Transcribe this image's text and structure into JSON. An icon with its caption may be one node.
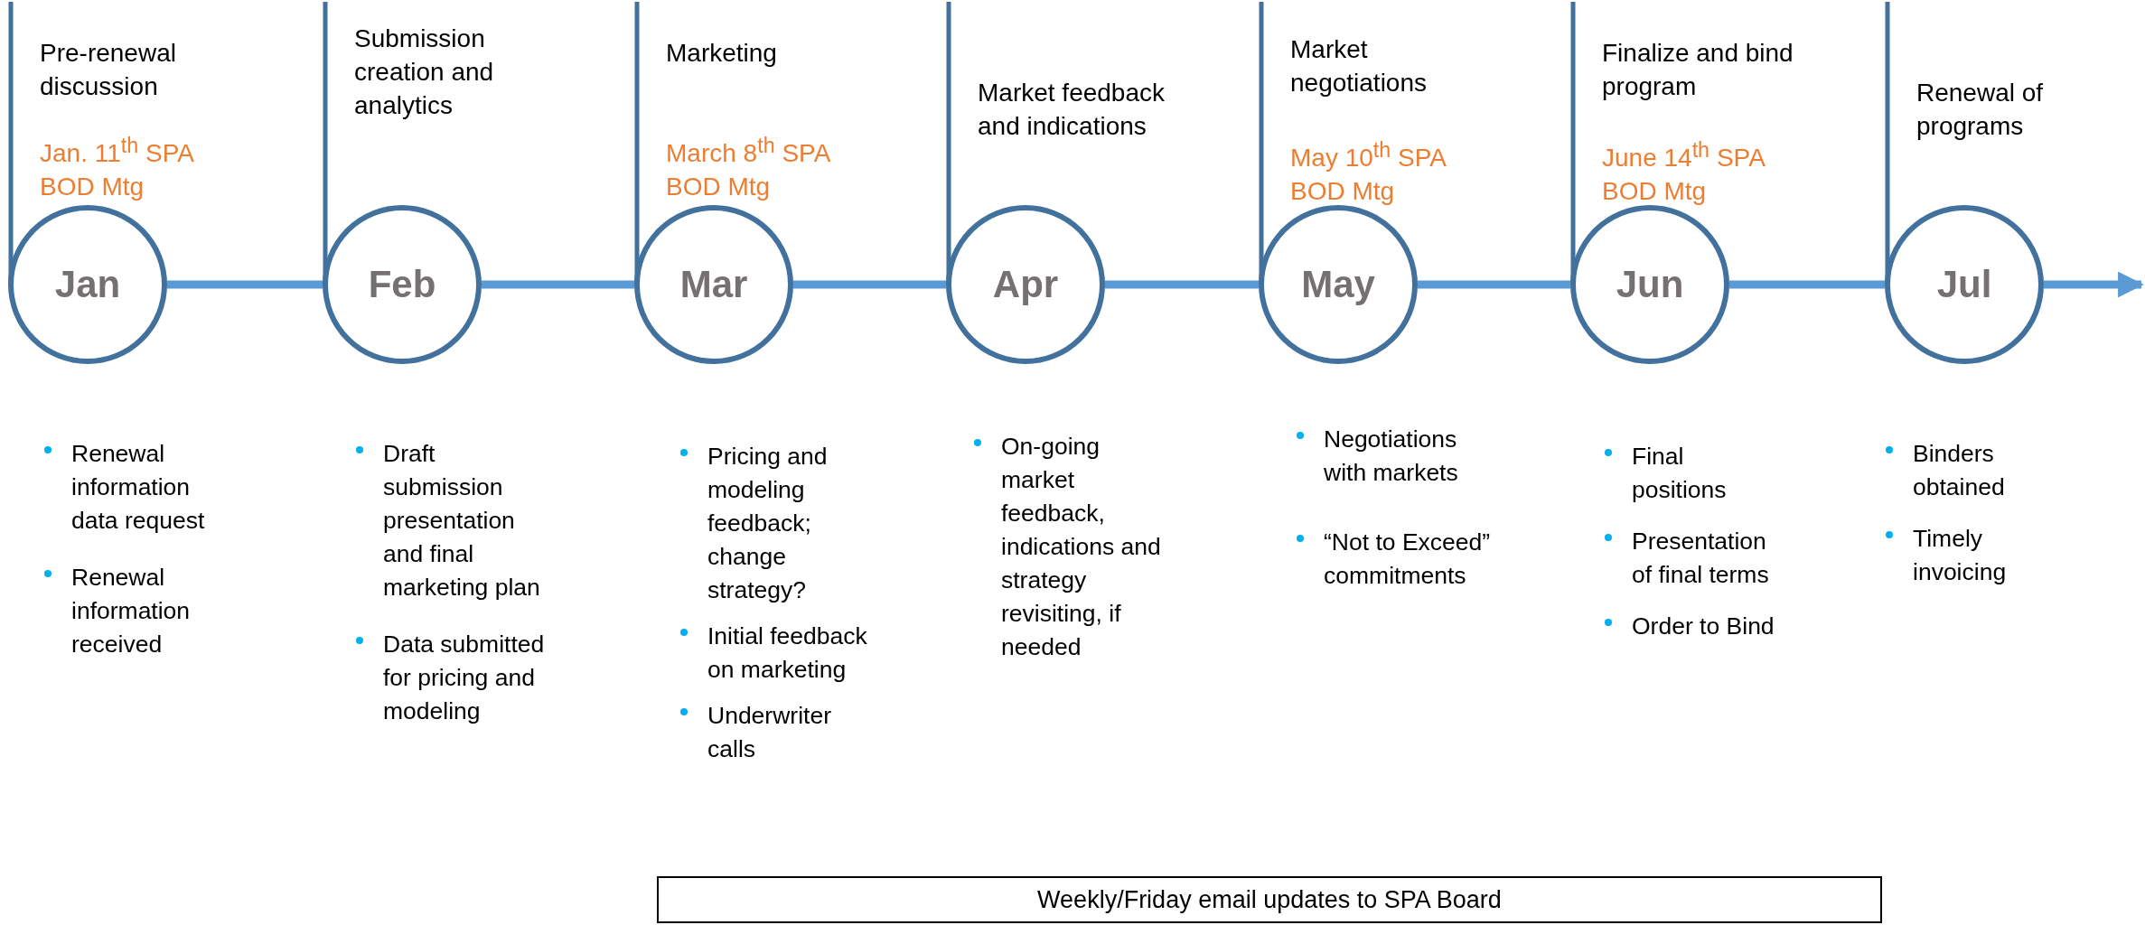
{
  "diagram": {
    "nodes": [
      {
        "text": [
          "Jan"
        ],
        "beside": [
          "Pre-renewal discussion",
          "Jan. 11$^{th}$ SPA BOD Mtg",
          "Renewal information data request",
          "Renewal information received"
        ]
      },
      {
        "text": [
          "Feb"
        ],
        "beside": [
          "Submission creation and analytics",
          "Draft submission presentation and final marketing plan",
          "Data submitted for pricing and modeling"
        ]
      },
      {
        "text": [
          "Mar"
        ],
        "beside": [
          "Marketing",
          "March 8$^{th}$ SPA BOD Mtg",
          "Pricing and modeling feedback; change strategy?",
          "Initial feedback on marketing",
          "Underwriter calls"
        ]
      },
      {
        "text": [
          "Apr"
        ],
        "beside": [
          "Market feedback and indications",
          "On-going market feedback, indications and strategy revisiting, if needed"
        ]
      },
      {
        "text": [
          "May"
        ],
        "beside": [
          "Market negotiations",
          "May 10$^{th}$ SPA BOD Mtg",
          "Negotiations with markets",
          "“Not to Exceed” commitments"
        ]
      },
      {
        "text": [
          "Jun"
        ],
        "beside": [
          "Finalize and bind program",
          "June 14$^{th}$ SPA BOD Mtg",
          "Final positions",
          "Presentation of final terms",
          "Order to Bind"
        ]
      },
      {
        "text": [
          "Jul"
        ],
        "beside": [
          "Renewal of programs",
          "Binders obtained",
          "Timely invoicing"
        ]
      },
      {
        "text": [
          "Weekly/Friday email updates to SPA Board"
        ]
      }
    ],
    "edges": [
      {
        "from": 0,
        "to": 1,
        "arrow": "none"
      },
      {
        "from": 1,
        "to": 2,
        "arrow": "none"
      },
      {
        "from": 2,
        "to": 3,
        "arrow": "none"
      },
      {
        "from": 3,
        "to": 4,
        "arrow": "none"
      },
      {
        "from": 4,
        "to": 5,
        "arrow": "none"
      },
      {
        "from": 5,
        "to": 6,
        "arrow": "none"
      },
      {
        "from": 6,
        "to": null,
        "arrow": "to"
      }
    ]
  }
}
